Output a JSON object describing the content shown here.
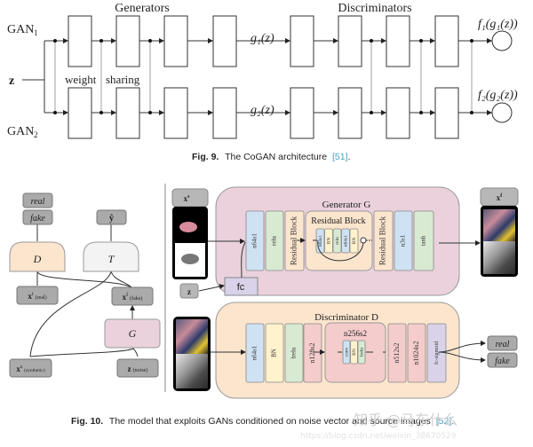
{
  "fig9": {
    "title_generators": "Generators",
    "title_discriminators": "Discriminators",
    "gan1_label": "GAN",
    "gan1_sub": "1",
    "gan2_label": "GAN",
    "gan2_sub": "2",
    "input_label": "z",
    "weight_label": "weight",
    "sharing_label": "sharing",
    "g1_output": "g₁(z)",
    "g2_output": "g₂(z)",
    "f1_output": "f₁(g₁(z))",
    "f2_output": "f₂(g₂(z))",
    "caption_prefix": "Fig. 9.",
    "caption_text": "The CoGAN architecture",
    "caption_ref": "[51]",
    "caption_end": "."
  },
  "fig10_left": {
    "real": "real",
    "fake": "fake",
    "D": "D",
    "T": "T",
    "y_hat": "ŷ",
    "x_real": "x",
    "x_real_sup": "t",
    "x_real_note": "(real)",
    "x_fake": "x",
    "x_fake_sup": "f",
    "x_fake_note": "(fake)",
    "G": "G",
    "x_syn": "x",
    "x_syn_sup": "s",
    "x_syn_note": "(synthetic)",
    "z": "z",
    "z_note": "(noise)"
  },
  "fig10_right": {
    "xs_label": "x",
    "xs_sup": "s",
    "z_label": "z",
    "fc_label": "fc",
    "xf_label": "x",
    "xf_sup": "f",
    "generator_title": "Generator G",
    "residual_block_title": "Residual Block",
    "gen_layers": [
      "n64s1",
      "relu",
      "Residual Block",
      "Residual Block",
      "n3s1",
      "tanh"
    ],
    "res_layers": [
      "n64s1",
      "BN",
      "relu",
      "n64s1",
      "BN"
    ],
    "discriminator_title": "Discriminator D",
    "disc_layers": [
      "n64s1",
      "BN",
      "lrelu",
      "n128s2",
      "n512s2",
      "n1024s2",
      "fc-sigmoid"
    ],
    "n256_title": "n256s2",
    "n256_layers": [
      "conv",
      "BN",
      "lrelu"
    ],
    "real": "real",
    "fake": "fake"
  },
  "fig10_caption": {
    "prefix": "Fig. 10.",
    "text": "The model that exploits GANs conditioned on noise vector and source images",
    "ref": "[52]",
    "end": "."
  },
  "watermark": {
    "text": "知乎 @马东什么",
    "url": "https://blog.csdn.net/weixin_38670529"
  },
  "colors": {
    "blue": "#cfe2f3",
    "green": "#d9ead3",
    "peach": "#fce5cd",
    "yellow": "#fff2cc",
    "red": "#f4cccc",
    "purple": "#d9d2e9",
    "pink": "#ead1dc",
    "gray": "#b7b7b7",
    "white_box": "#f3f3f3",
    "ref": "#4aa3c8"
  }
}
